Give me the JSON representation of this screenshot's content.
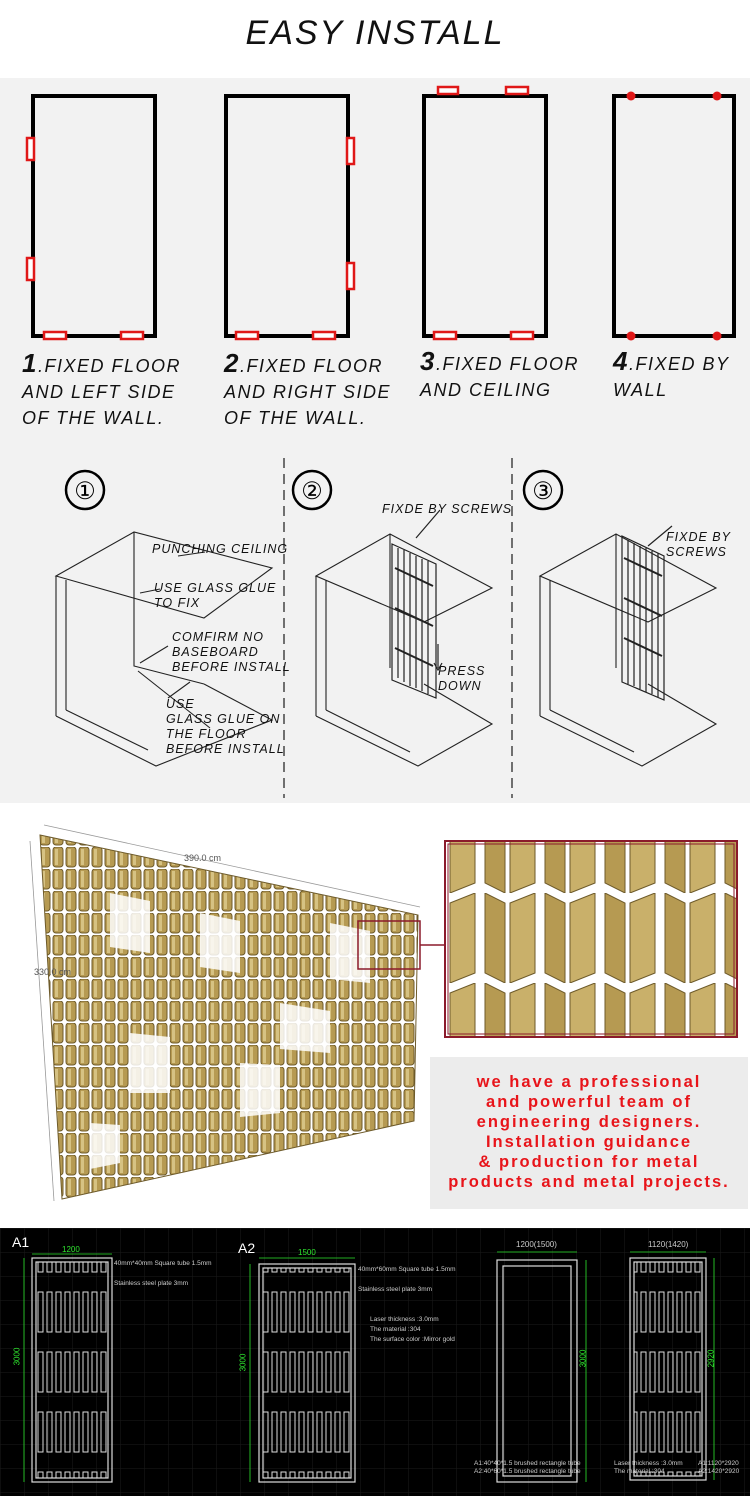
{
  "header": {
    "title": "EASY INSTALL"
  },
  "steps": [
    {
      "num": "1",
      "lines": [
        ".FIXED FLOOR",
        "AND LEFT SIDE",
        "OF THE WALL."
      ]
    },
    {
      "num": "2",
      "lines": [
        ".FIXED FLOOR",
        "AND RIGHT SIDE",
        "OF THE WALL."
      ]
    },
    {
      "num": "3",
      "lines": [
        ".FIXED FLOOR",
        "AND CEILING"
      ]
    },
    {
      "num": "4",
      "lines": [
        ".FIXED BY",
        "WALL"
      ]
    }
  ],
  "install": {
    "circled": [
      "①",
      "②",
      "③"
    ],
    "labels1": [
      "PUNCHING CEILING",
      "USE GLASS GLUE",
      "TO FIX",
      "COMFIRM NO",
      "BASEBOARD",
      "BEFORE INSTALL",
      "USE",
      "GLASS GLUE ON",
      "THE FLOOR",
      "BEFORE INSTALL"
    ],
    "labels2": [
      "FIXDE BY SCREWS",
      "PRESS",
      "DOWN"
    ],
    "labels3": [
      "FIXDE BY",
      "SCREWS"
    ]
  },
  "model": {
    "width_label": "390.0 cm",
    "height_label": "330.0 cm"
  },
  "promo": {
    "lines": [
      "we have a professional",
      "and powerful team of",
      "engineering designers.",
      "Installation guidance",
      "& production for metal",
      "products and metal projects."
    ]
  },
  "cad": {
    "a1": {
      "tag": "A1",
      "width": "1200",
      "height": "3000",
      "note1": "40mm*40mm Square tube 1.5mm",
      "note2": "Stainless steel plate 3mm"
    },
    "a2": {
      "tag": "A2",
      "width": "1500",
      "height": "3000",
      "note1": "40mm*60mm Square tube 1.5mm",
      "note2": "Stainless steel plate 3mm",
      "spec1": "Laser thickness :3.0mm",
      "spec2": "The material      :304",
      "spec3": "The surface color :Mirror gold"
    },
    "frame": {
      "width": "1200(1500)",
      "height": "3000",
      "note1": "A1:40*40*1.5 brushed rectangle tube",
      "note2": "A2:40*60*1.5 brushed rectangle tube"
    },
    "side": {
      "width": "1120(1420)",
      "height": "2920",
      "note1": "Laser thickness :3.0mm",
      "note2": "The material      :304",
      "note3": "A1:1120*2920",
      "note4": "A2:1420*2920"
    }
  },
  "colors": {
    "accent": "#e8141a",
    "gold": "#b69a52",
    "cad_green": "#2ee62e"
  }
}
